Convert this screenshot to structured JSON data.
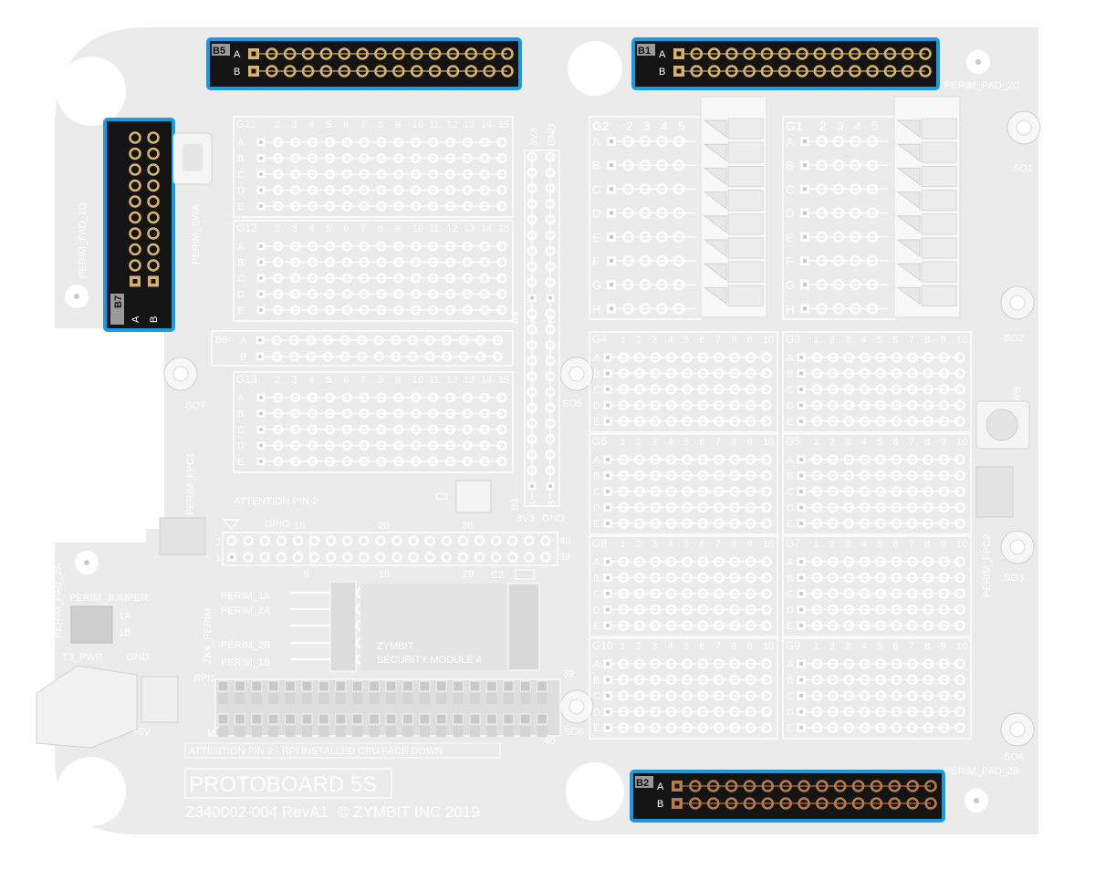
{
  "board": {
    "title": "PROTOBOARD 5S",
    "part_number": "Z340002-004 RevA1",
    "copyright": "© ZYMBIT INC 2019"
  },
  "highlighted_headers": {
    "B5": {
      "name": "B5",
      "rows": [
        "A",
        "B"
      ],
      "pins_per_row": 15
    },
    "B1": {
      "name": "B1",
      "rows": [
        "A",
        "B"
      ],
      "pins_per_row": 15
    },
    "B2": {
      "name": "B2",
      "rows": [
        "A",
        "B"
      ],
      "pins_per_row": 15
    },
    "B7": {
      "name": "B7",
      "rows": [
        "A",
        "B"
      ],
      "pins_per_row": 10
    }
  },
  "grids": {
    "G11": {
      "name": "G11",
      "cols": [
        "2",
        "3",
        "4",
        "5",
        "6",
        "7",
        "8",
        "9",
        "10",
        "11",
        "12",
        "13",
        "14",
        "15"
      ],
      "rows": [
        "A",
        "B",
        "C",
        "D",
        "E"
      ]
    },
    "G12": {
      "name": "G12",
      "cols": [
        "2",
        "3",
        "4",
        "5",
        "6",
        "7",
        "8",
        "9",
        "10",
        "11",
        "12",
        "13",
        "14",
        "15"
      ],
      "rows": [
        "A",
        "B",
        "C",
        "D",
        "E"
      ]
    },
    "G13": {
      "name": "G13",
      "cols": [
        "2",
        "3",
        "4",
        "5",
        "6",
        "7",
        "8",
        "9",
        "10",
        "11",
        "12",
        "13",
        "14",
        "15"
      ],
      "rows": [
        "A",
        "B",
        "C",
        "D",
        "E"
      ]
    },
    "G2": {
      "name": "G2",
      "cols": [
        "2",
        "3",
        "4",
        "5"
      ],
      "rows": [
        "A",
        "B",
        "C",
        "D",
        "E",
        "F",
        "G",
        "H"
      ]
    },
    "G1": {
      "name": "G1",
      "cols": [
        "2",
        "3",
        "4",
        "5"
      ],
      "rows": [
        "A",
        "B",
        "C",
        "D",
        "E",
        "F",
        "G",
        "H"
      ]
    },
    "G4": {
      "name": "G4",
      "cols": [
        "1",
        "2",
        "3",
        "4",
        "5",
        "6",
        "7",
        "8",
        "9",
        "10"
      ],
      "rows": [
        "A",
        "B",
        "C",
        "D",
        "E"
      ]
    },
    "G3": {
      "name": "G3",
      "cols": [
        "1",
        "2",
        "3",
        "4",
        "5",
        "6",
        "7",
        "8",
        "9",
        "10"
      ],
      "rows": [
        "A",
        "B",
        "C",
        "D",
        "E"
      ]
    },
    "G6": {
      "name": "G6",
      "cols": [
        "1",
        "2",
        "3",
        "4",
        "5",
        "6",
        "7",
        "8",
        "9",
        "10"
      ],
      "rows": [
        "A",
        "B",
        "C",
        "D",
        "E"
      ]
    },
    "G5": {
      "name": "G5",
      "cols": [
        "1",
        "2",
        "3",
        "4",
        "5",
        "6",
        "7",
        "8",
        "9",
        "10"
      ],
      "rows": [
        "A",
        "B",
        "C",
        "D",
        "E"
      ]
    },
    "G8": {
      "name": "G8",
      "cols": [
        "1",
        "2",
        "3",
        "4",
        "5",
        "6",
        "7",
        "8",
        "9",
        "10"
      ],
      "rows": [
        "A",
        "B",
        "C",
        "D",
        "E"
      ]
    },
    "G7": {
      "name": "G7",
      "cols": [
        "1",
        "2",
        "3",
        "4",
        "5",
        "6",
        "7",
        "8",
        "9",
        "10"
      ],
      "rows": [
        "A",
        "B",
        "C",
        "D",
        "E"
      ]
    },
    "G10": {
      "name": "G10",
      "cols": [
        "1",
        "2",
        "3",
        "4",
        "5",
        "6",
        "7",
        "8",
        "9",
        "10"
      ],
      "rows": [
        "A",
        "B",
        "C",
        "D",
        "E"
      ]
    },
    "G9": {
      "name": "G9",
      "cols": [
        "1",
        "2",
        "3",
        "4",
        "5",
        "6",
        "7",
        "8",
        "9",
        "10"
      ],
      "rows": [
        "A",
        "B",
        "C",
        "D",
        "E"
      ]
    }
  },
  "headers": {
    "B6": {
      "name": "B6",
      "rows": [
        "A",
        "B"
      ]
    },
    "B4": {
      "name": "B4",
      "rows": [
        "A",
        "B"
      ],
      "top_labels": [
        "3V3",
        "GND"
      ]
    },
    "B3": {
      "name": "B3",
      "rows": [
        "A",
        "B"
      ],
      "bottom_labels": [
        "3V3",
        "GND"
      ]
    }
  },
  "labels": {
    "perim_pad_2c": "PERIM_PAD_2C",
    "perim_pad_2d": "PERIM_PAD_2D",
    "perim_pad_2b": "PERIM_PAD_2B",
    "perim_pad_2a": "PERIM_PAD_2A",
    "perim_swa": "PERIM_SWA",
    "perim_swb": "PERIM_SWB",
    "perim_fpc1": "PERIM_FPC1",
    "perim_fpc2": "PERIM_FPC2",
    "so1": "SO1",
    "so2": "SO2",
    "so3": "SO3",
    "so4": "SO4",
    "so5": "SO5",
    "so6": "SO6",
    "so7": "SO7",
    "c3": "C3",
    "c2": "C2",
    "attention_pin2": "ATTENTION PIN 2",
    "gpio": "GPIO",
    "gpio_nums_top": [
      "10",
      "20",
      "30",
      "40"
    ],
    "gpio_nums_bottom": [
      "9",
      "19",
      "29",
      "39"
    ],
    "gpio_side_top": "2",
    "gpio_side_bottom": "1",
    "zk4_perim": "ZK4_PERIM",
    "perim_signals": [
      "PERIM_1A",
      "PERIM_2A",
      "PERIM_2B",
      "PERIM_1B"
    ],
    "zymbit": "ZYMBIT",
    "security_module": "SECURITY MODULE 4",
    "perim_jumper": "PERIM_JUMPER",
    "jumper_1a": "1A",
    "jumper_1b": "1B",
    "t3_pwr": "T3_PWR",
    "gnd": "GND",
    "plus5v": "+5V",
    "rpi1": "RPI1",
    "rpi_num_39": "39",
    "rpi_num_40": "40",
    "rpi_attention": "ATTENTION PIN 2 - RPI INSTALLED CPU FACE DOWN"
  },
  "colors": {
    "board": "#ebebeb",
    "silk": "#ffffff",
    "highlight": "#1a9be0",
    "header_bg": "#141414",
    "pad_gold": "#d8b36a",
    "pad_copper": "#b87a4a"
  }
}
